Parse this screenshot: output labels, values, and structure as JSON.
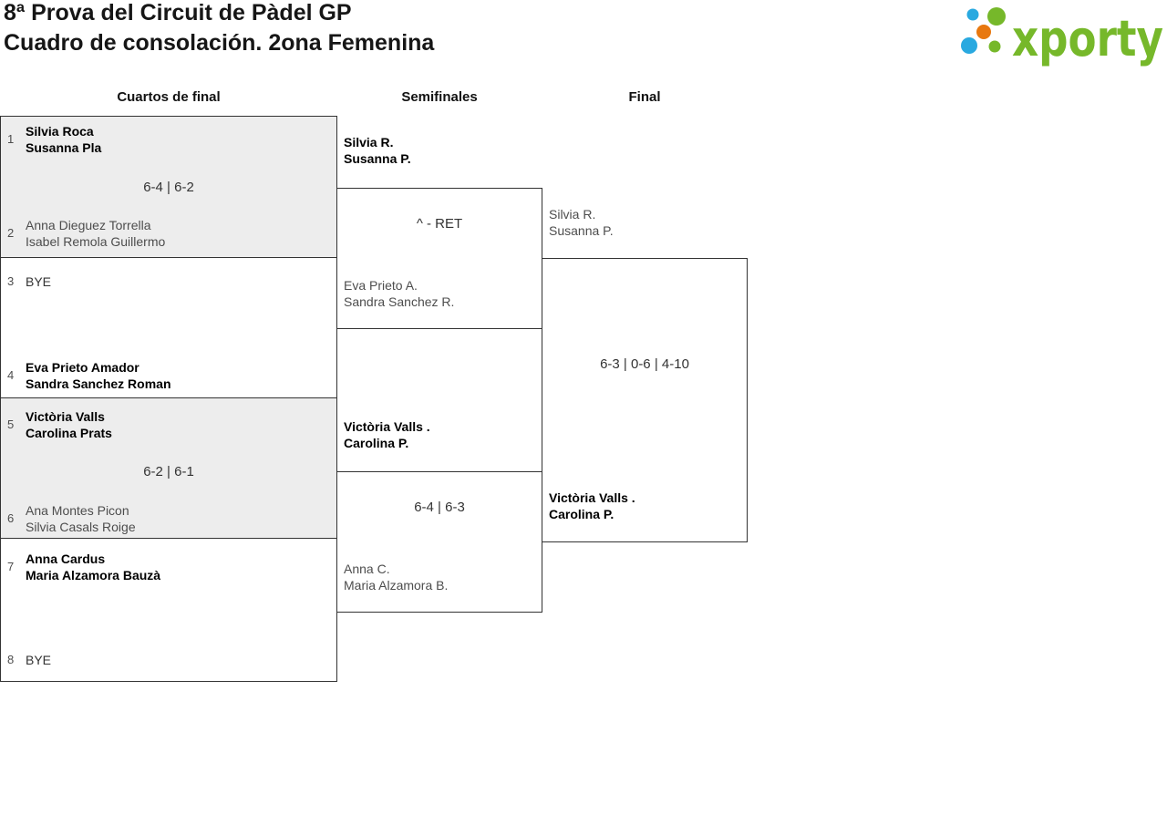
{
  "title": {
    "line1": "8ª Prova del Circuit de Pàdel GP",
    "line2": "Cuadro de consolación. 2ona Femenina"
  },
  "logo": {
    "text": "xporty",
    "green": "#76b82a",
    "blue": "#29a9e0",
    "orange": "#e8780f"
  },
  "rounds": [
    "Cuartos de final",
    "Semifinales",
    "Final"
  ],
  "quarterfinals": [
    {
      "top": {
        "seed": "1",
        "names": [
          "Silvia Roca",
          "Susanna Pla"
        ]
      },
      "score": "6-4 | 6-2",
      "bottom": {
        "seed": "2",
        "names": [
          "Anna Dieguez Torrella",
          "Isabel Remola Guillermo"
        ]
      }
    },
    {
      "top": {
        "seed": "3",
        "names": [
          "BYE",
          ""
        ]
      },
      "score": "",
      "bottom": {
        "seed": "4",
        "names": [
          "Eva Prieto Amador",
          "Sandra Sanchez Roman"
        ]
      }
    },
    {
      "top": {
        "seed": "5",
        "names": [
          "Victòria Valls",
          "Carolina Prats"
        ]
      },
      "score": "6-2 | 6-1",
      "bottom": {
        "seed": "6",
        "names": [
          "Ana Montes Picon",
          "Silvia Casals Roige"
        ]
      }
    },
    {
      "top": {
        "seed": "7",
        "names": [
          "Anna Cardus",
          "Maria Alzamora Bauzà"
        ]
      },
      "score": "",
      "bottom": {
        "seed": "8",
        "names": [
          "BYE",
          ""
        ]
      }
    }
  ],
  "semifinals": [
    {
      "top_names": [
        "Silvia R.",
        "Susanna P."
      ],
      "score": "^ - RET",
      "bottom_names": [
        "Eva Prieto A.",
        "Sandra Sanchez R."
      ]
    },
    {
      "top_names": [
        "Victòria Valls .",
        "Carolina P."
      ],
      "score": "6-4 | 6-3",
      "bottom_names": [
        "Anna C.",
        "Maria Alzamora B."
      ]
    }
  ],
  "final": {
    "top_names": [
      "Silvia R.",
      "Susanna P."
    ],
    "score": "6-3 | 0-6 | 4-10",
    "bottom_names": [
      "Victòria Valls .",
      "Carolina P."
    ]
  }
}
